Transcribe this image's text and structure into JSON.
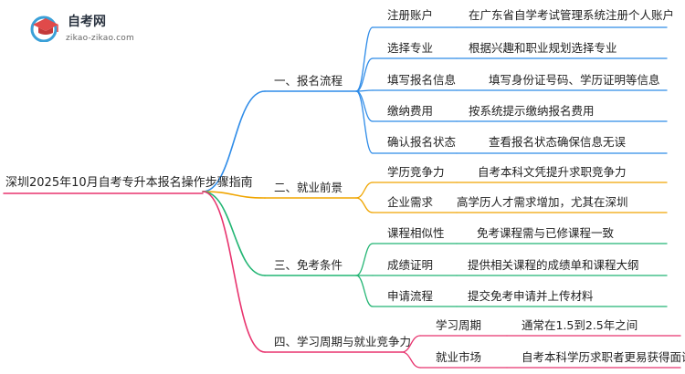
{
  "logo": {
    "name": "自考网",
    "domain": "zikao-zikao.com",
    "icon": "graduation-cap-icon",
    "colors": [
      "#e04a4a",
      "#3aa0d8"
    ]
  },
  "root": "深圳2025年10月自考专升本报名操作步骤指南",
  "colors": {
    "branch1": "#2f8ce8",
    "branch2": "#f0a500",
    "branch3": "#22b573",
    "branch4": "#e8336e"
  },
  "branches": [
    {
      "label": "一、报名流程",
      "items": [
        {
          "label": "注册账户",
          "desc": "在广东省自学考试管理系统注册个人账户"
        },
        {
          "label": "选择专业",
          "desc": "根据兴趣和职业规划选择专业"
        },
        {
          "label": "填写报名信息",
          "desc": "填写身份证号码、学历证明等信息"
        },
        {
          "label": "缴纳费用",
          "desc": "按系统提示缴纳报名费用"
        },
        {
          "label": "确认报名状态",
          "desc": "查看报名状态确保信息无误"
        }
      ]
    },
    {
      "label": "二、就业前景",
      "items": [
        {
          "label": "学历竞争力",
          "desc": "自考本科文凭提升求职竞争力"
        },
        {
          "label": "企业需求",
          "desc": "高学历人才需求增加，尤其在深圳"
        }
      ]
    },
    {
      "label": "三、免考条件",
      "items": [
        {
          "label": "课程相似性",
          "desc": "免考课程需与已修课程一致"
        },
        {
          "label": "成绩证明",
          "desc": "提供相关课程的成绩单和课程大纲"
        },
        {
          "label": "申请流程",
          "desc": "提交免考申请并上传材料"
        }
      ]
    },
    {
      "label": "四、学习周期与就业竞争力",
      "items": [
        {
          "label": "学习周期",
          "desc": "通常在1.5到2.5年之间"
        },
        {
          "label": "就业市场",
          "desc": "自考本科学历求职者更易获得面试机会"
        }
      ]
    }
  ]
}
